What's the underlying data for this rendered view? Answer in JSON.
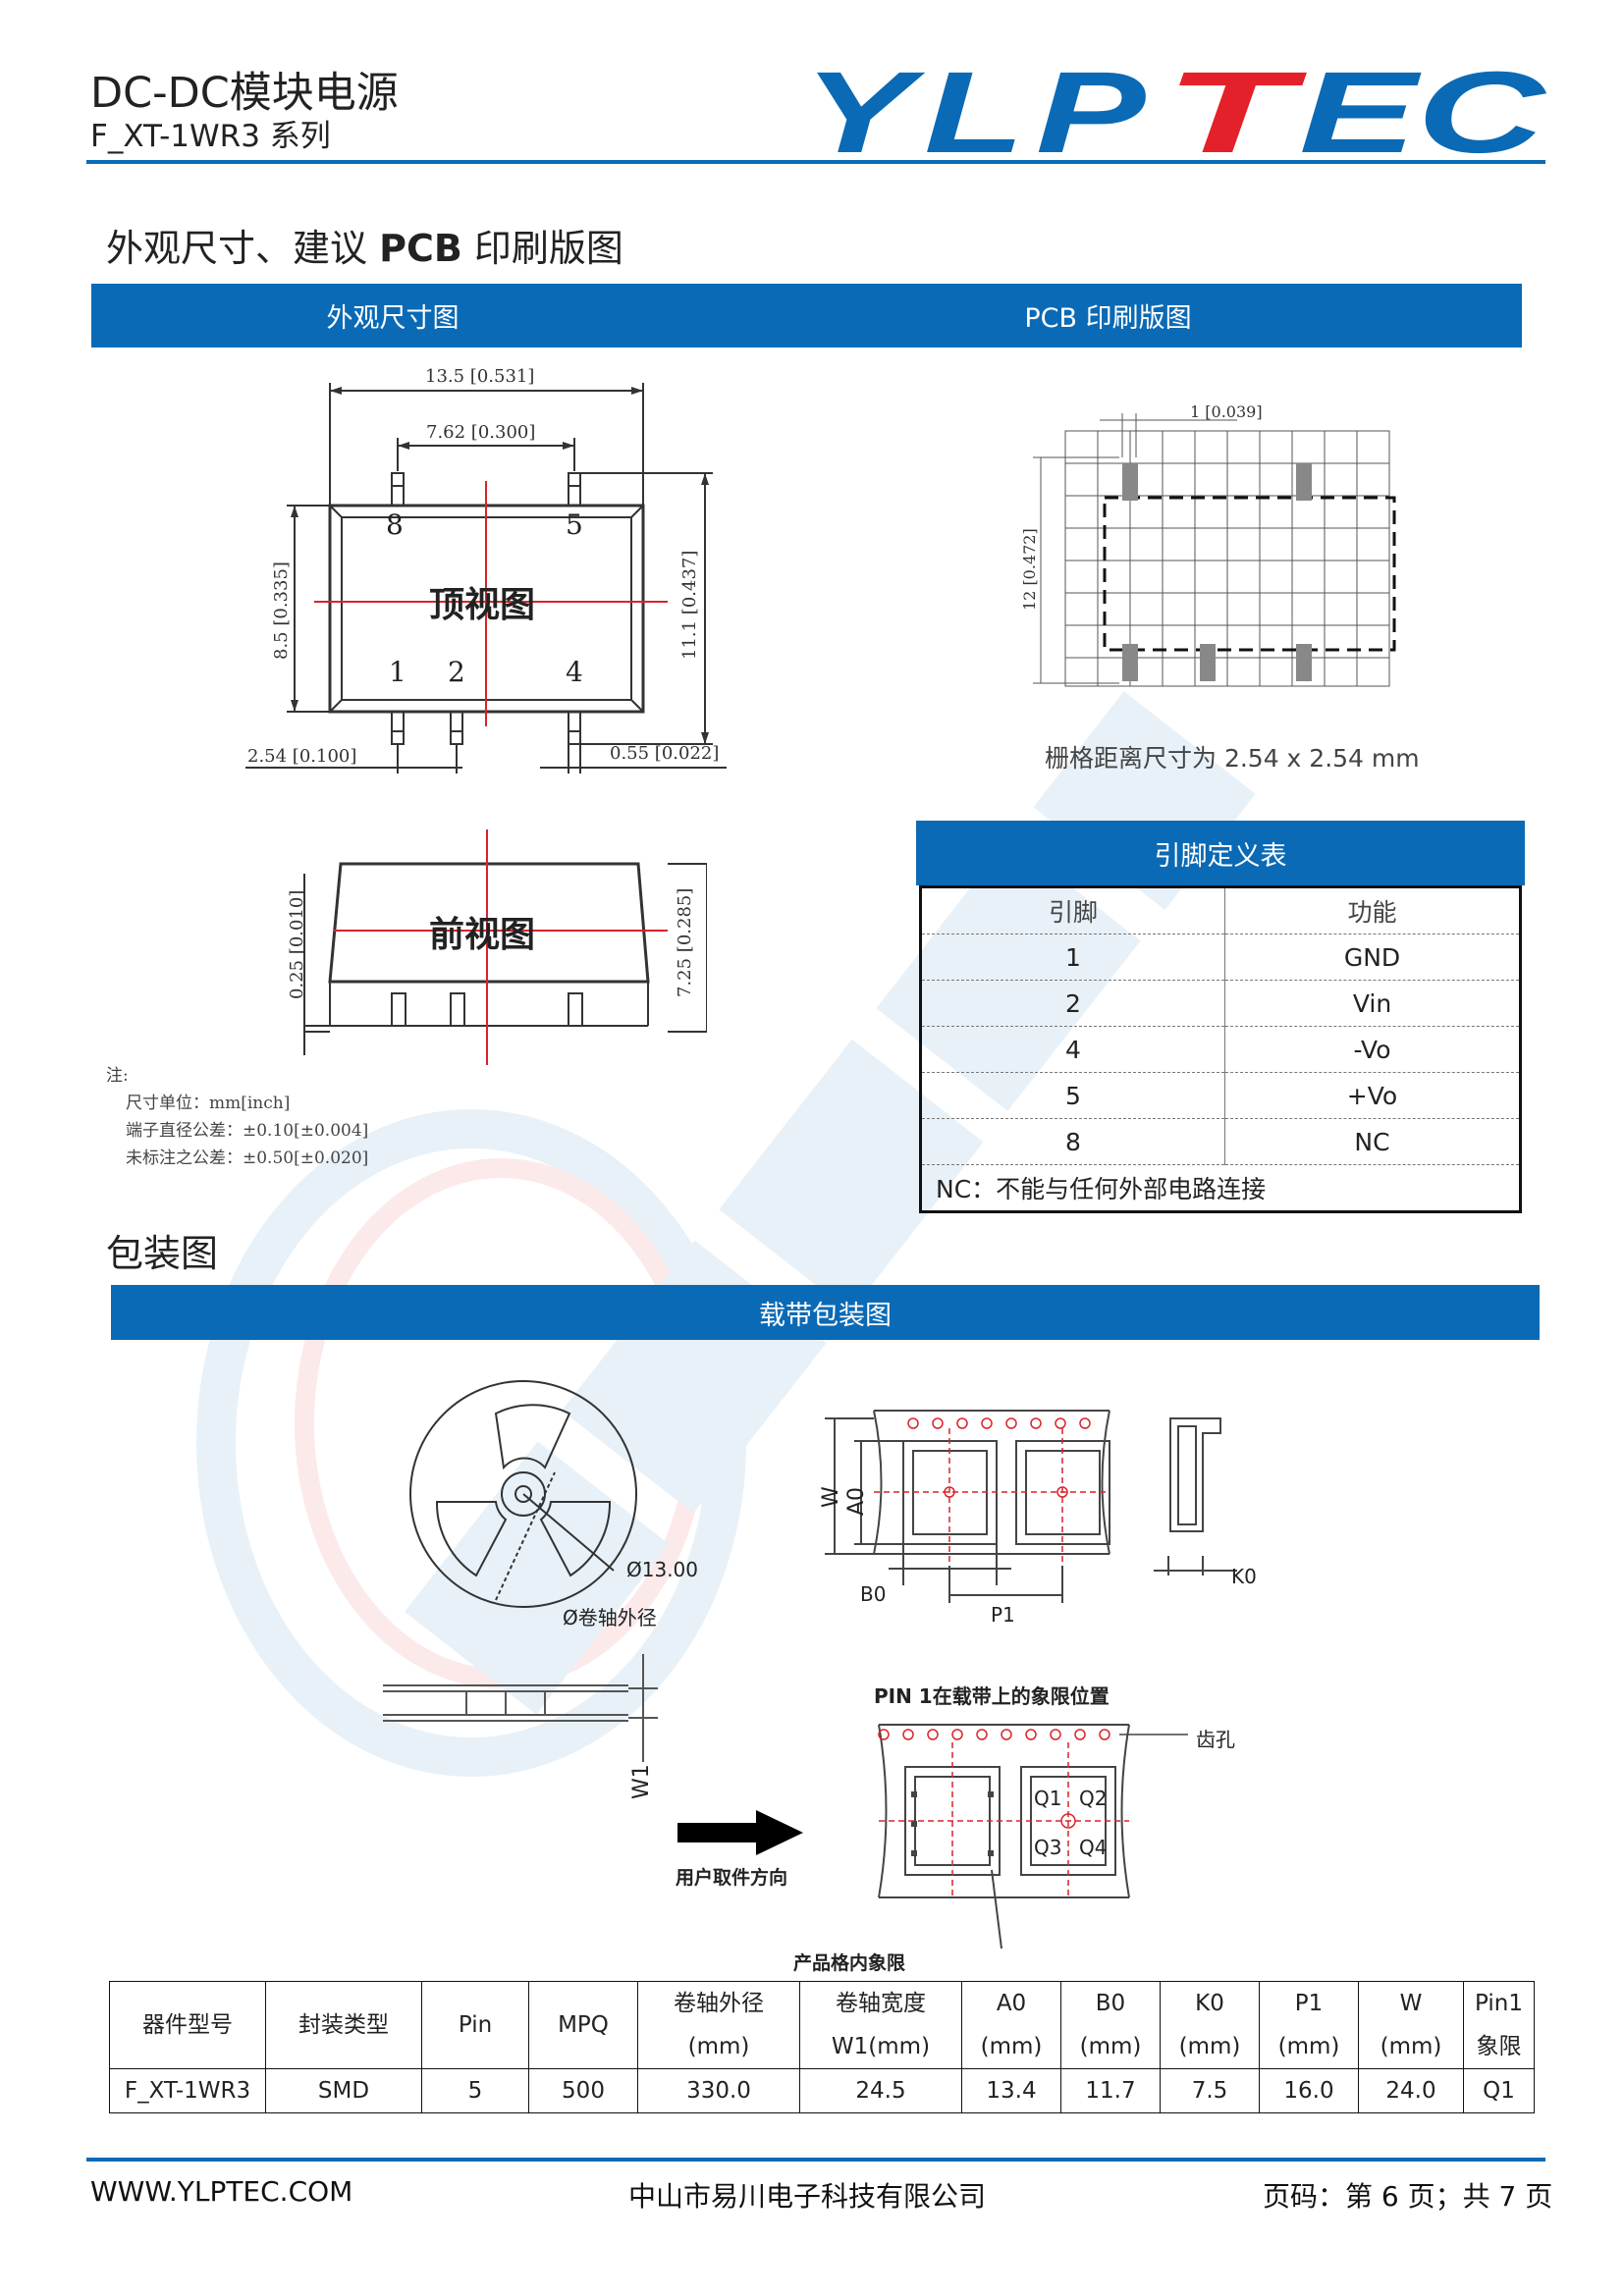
{
  "header": {
    "title": "DC-DC模块电源",
    "series": "F_XT-1WR3 系列",
    "logo": "YLPTEC"
  },
  "section1": {
    "title_pre": "外观尺寸、建议 ",
    "title_bold": "PCB",
    "title_post": " 印刷版图",
    "bar_left": "外观尺寸图",
    "bar_right": "PCB 印刷版图"
  },
  "top_view": {
    "dim_total": "13.5 [0.531]",
    "dim_pins": "7.62 [0.300]",
    "dim_height": "8.5 [0.335]",
    "dim_overall": "11.1 [0.437]",
    "dim_pitch": "2.54 [0.100]",
    "dim_pin_w": "0.55 [0.022]",
    "label": "顶视图",
    "pins": {
      "p8": "8",
      "p5": "5",
      "p1": "1",
      "p2": "2",
      "p4": "4"
    }
  },
  "front_view": {
    "label": "前视图",
    "dim_standoff": "0.25 [0.010]",
    "dim_height": "7.25 [0.285]"
  },
  "notes": {
    "title": "注:",
    "unit": "尺寸单位：mm[inch]",
    "pin_tol": "端子直径公差：±0.10[±0.004]",
    "gen_tol": "未标注之公差：±0.50[±0.020]"
  },
  "pcb": {
    "dim_pad": "1 [0.039]",
    "dim_side": "12 [0.472]",
    "grid_note": "栅格距离尺寸为 2.54 x 2.54 mm"
  },
  "pin_table": {
    "title": "引脚定义表",
    "col1": "引脚",
    "col2": "功能",
    "rows": [
      {
        "pin": "1",
        "func": "GND"
      },
      {
        "pin": "2",
        "func": "Vin"
      },
      {
        "pin": "4",
        "func": "-Vo"
      },
      {
        "pin": "5",
        "func": "+Vo"
      },
      {
        "pin": "8",
        "func": "NC"
      }
    ],
    "nc_note": "NC：不能与任何外部电路连接"
  },
  "section2": {
    "title": "包装图",
    "bar": "载带包装图"
  },
  "packaging": {
    "reel_dia": "Ø13.00",
    "reel_outer": "Ø卷轴外径",
    "w1": "W1",
    "w": "W",
    "a0": "A0",
    "b0": "B0",
    "p1": "P1",
    "k0": "K0",
    "pin1_title": "PIN 1在载带上的象限位置",
    "sprocket": "齿孔",
    "q1": "Q1",
    "q2": "Q2",
    "q3": "Q3",
    "q4": "Q4",
    "direction": "用户取件方向",
    "quadrant": "产品格内象限"
  },
  "pack_table": {
    "h_model": "器件型号",
    "h_pkg": "封装类型",
    "h_pin": "Pin",
    "h_mpq": "MPQ",
    "h_reel_1": "卷轴外径",
    "h_reel_2": "(mm)",
    "h_w1_1": "卷轴宽度",
    "h_w1_2": "W1(mm)",
    "h_a0_1": "A0",
    "h_a0_2": "(mm)",
    "h_b0_1": "B0",
    "h_b0_2": "(mm)",
    "h_k0_1": "K0",
    "h_k0_2": "(mm)",
    "h_p1_1": "P1",
    "h_p1_2": "(mm)",
    "h_w_1": "W",
    "h_w_2": "(mm)",
    "h_q_1": "Pin1",
    "h_q_2": "象限",
    "row": {
      "model": "F_XT-1WR3",
      "pkg": "SMD",
      "pin": "5",
      "mpq": "500",
      "reel": "330.0",
      "w1": "24.5",
      "a0": "13.4",
      "b0": "11.7",
      "k0": "7.5",
      "p1": "16.0",
      "w": "24.0",
      "q": "Q1"
    }
  },
  "footer": {
    "site": "WWW.YLPTEC.COM",
    "company": "中山市易川电子科技有限公司",
    "page": "页码：第 6 页；共 7 页"
  },
  "colors": {
    "brand_blue": "#0b6ab5",
    "brand_red": "#e4202a"
  }
}
